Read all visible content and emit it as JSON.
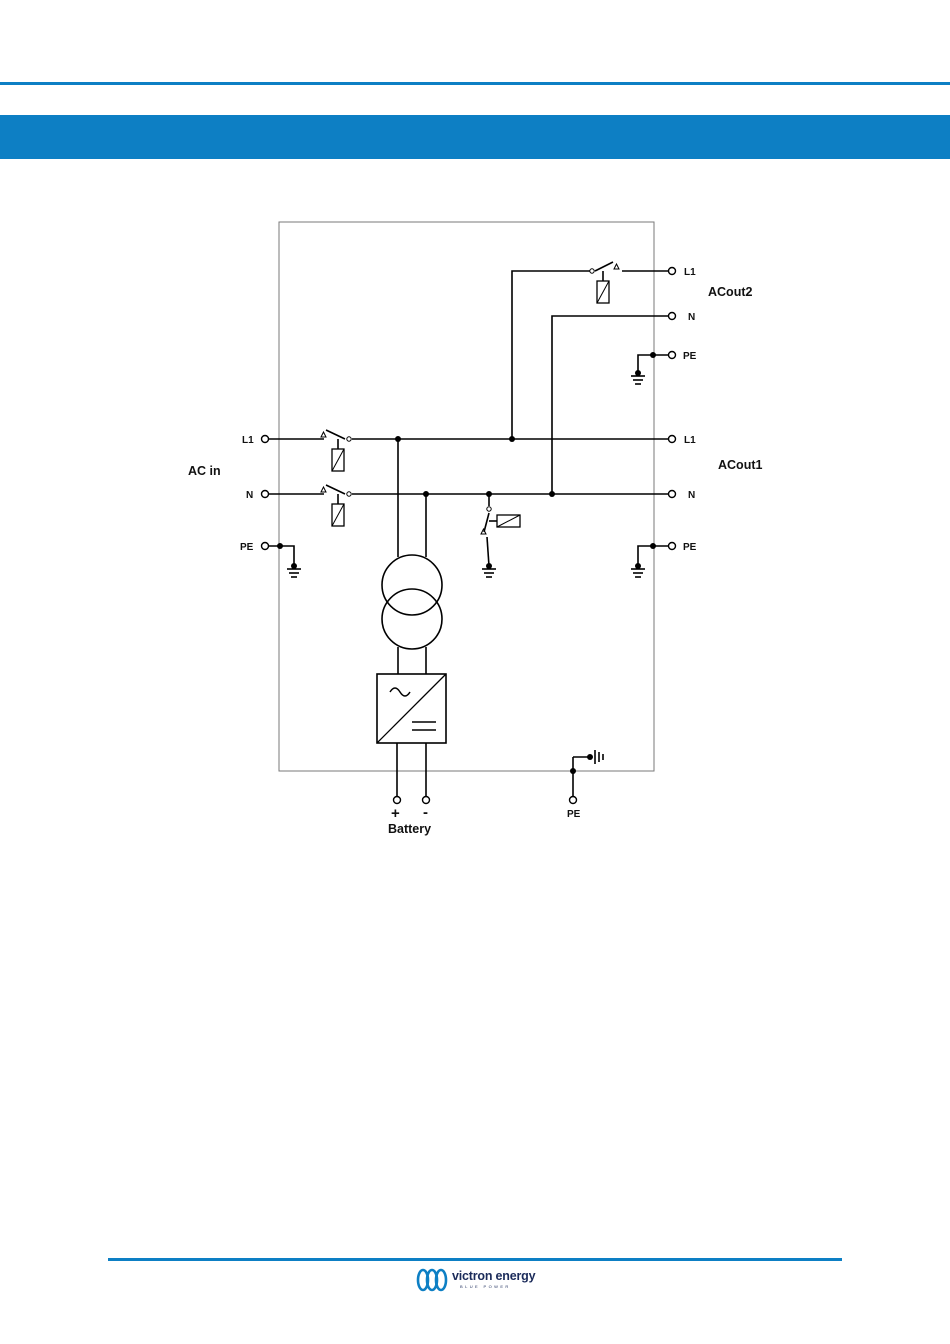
{
  "header": {
    "accent": "#0d7fc4"
  },
  "diagram": {
    "group_ac_in": "AC in",
    "group_acout1": "ACout1",
    "group_acout2": "ACout2",
    "group_battery": "Battery",
    "ac_in": {
      "l1": "L1",
      "n": "N",
      "pe": "PE"
    },
    "acout1": {
      "l1": "L1",
      "n": "N",
      "pe": "PE"
    },
    "acout2": {
      "l1": "L1",
      "n": "N",
      "pe": "PE"
    },
    "battery": {
      "plus": "+",
      "minus": "-"
    },
    "chassis_pe": "PE"
  },
  "footer": {
    "logo_name": "victron energy",
    "logo_sub": "BLUE POWER",
    "logo_icon": "victron-logo-icon"
  }
}
